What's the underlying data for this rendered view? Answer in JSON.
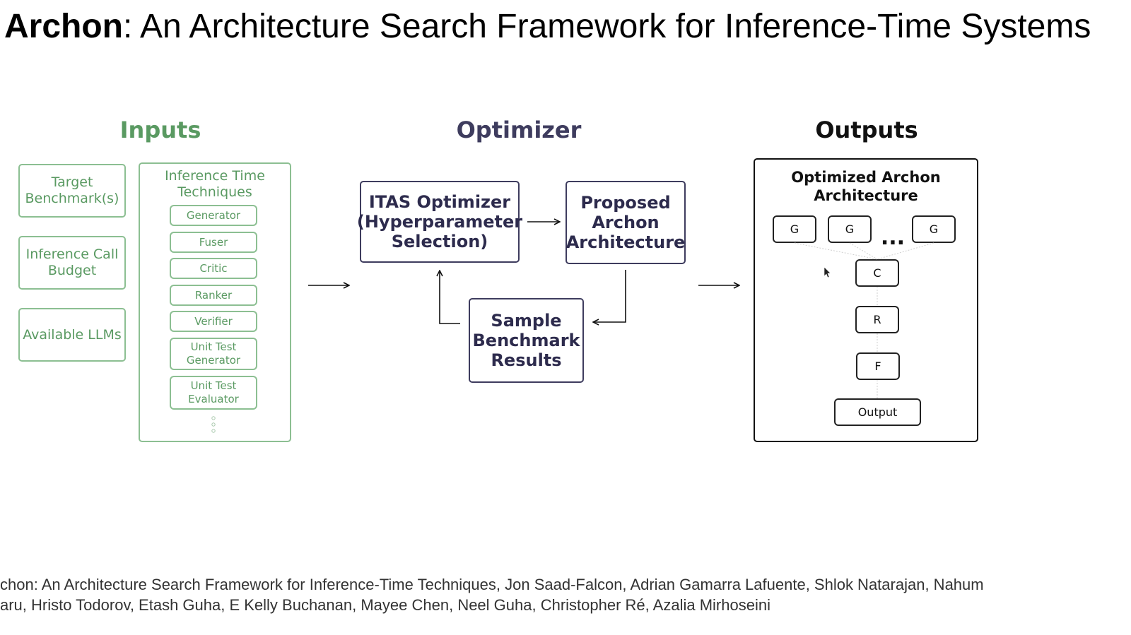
{
  "title": {
    "bold": "Archon",
    "rest": ": An Architecture Search Framework for Inference-Time Systems"
  },
  "sections": {
    "inputs": "Inputs",
    "optimizer": "Optimizer",
    "outputs": "Outputs"
  },
  "inputs": {
    "target_benchmark": "Target Benchmark(s)",
    "call_budget": "Inference Call Budget",
    "available_llms": "Available LLMs",
    "techniques_header": "Inference Time Techniques",
    "techniques": [
      "Generator",
      "Fuser",
      "Critic",
      "Ranker",
      "Verifier",
      "Unit Test Generator",
      "Unit Test Evaluator"
    ]
  },
  "optimizer": {
    "itas": "ITAS Optimizer (Hyperparameter Selection)",
    "proposed": "Proposed Archon Architecture",
    "sample": "Sample Benchmark Results"
  },
  "outputs": {
    "header": "Optimized Archon Architecture",
    "generators": [
      "G",
      "G",
      "G"
    ],
    "ellipsis": "...",
    "critic": "C",
    "ranker": "R",
    "fuser": "F",
    "output": "Output"
  },
  "citation": {
    "line1": "chon: An Architecture Search Framework for Inference-Time Techniques, Jon Saad-Falcon, Adrian Gamarra Lafuente, Shlok Natarajan, Nahum",
    "line2": "aru, Hristo Todorov, Etash Guha, E Kelly Buchanan, Mayee Chen, Neel Guha, Christopher Ré, Azalia Mirhoseini"
  },
  "colors": {
    "inputs_green": "#5a9a62",
    "optimizer_navy": "#3e3c5e",
    "outputs_black": "#111111"
  }
}
